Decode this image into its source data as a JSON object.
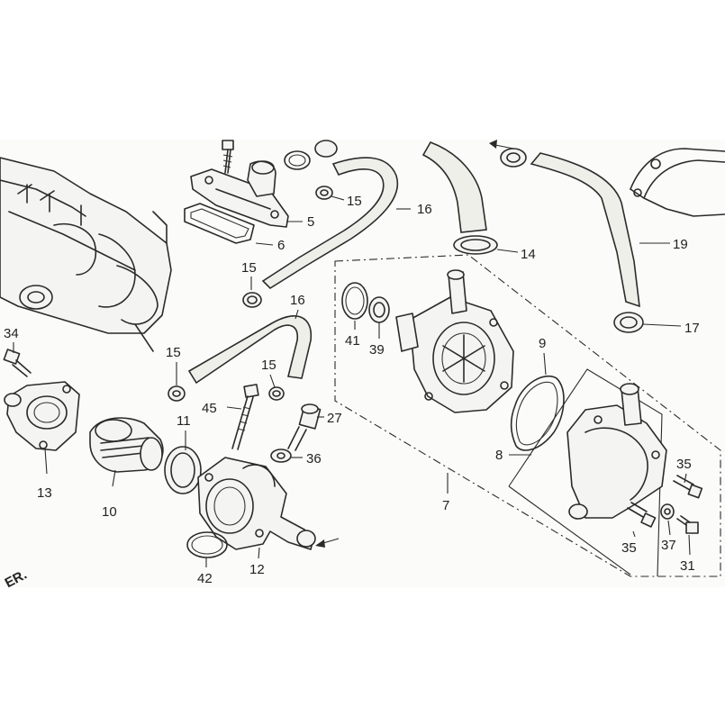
{
  "diagram": {
    "corner_text": "ER.",
    "callouts": [
      {
        "id": "5",
        "text": "5"
      },
      {
        "id": "6",
        "text": "6"
      },
      {
        "id": "7",
        "text": "7"
      },
      {
        "id": "8",
        "text": "8"
      },
      {
        "id": "9",
        "text": "9"
      },
      {
        "id": "10",
        "text": "10"
      },
      {
        "id": "11",
        "text": "11"
      },
      {
        "id": "12",
        "text": "12"
      },
      {
        "id": "13",
        "text": "13"
      },
      {
        "id": "14",
        "text": "14"
      },
      {
        "id": "15a",
        "text": "15"
      },
      {
        "id": "15b",
        "text": "15"
      },
      {
        "id": "15c",
        "text": "15"
      },
      {
        "id": "15d",
        "text": "15"
      },
      {
        "id": "16a",
        "text": "16"
      },
      {
        "id": "16b",
        "text": "16"
      },
      {
        "id": "17",
        "text": "17"
      },
      {
        "id": "19",
        "text": "19"
      },
      {
        "id": "27",
        "text": "27"
      },
      {
        "id": "31",
        "text": "31"
      },
      {
        "id": "34",
        "text": "34"
      },
      {
        "id": "35a",
        "text": "35"
      },
      {
        "id": "35b",
        "text": "35"
      },
      {
        "id": "36",
        "text": "36"
      },
      {
        "id": "37",
        "text": "37"
      },
      {
        "id": "39",
        "text": "39"
      },
      {
        "id": "41",
        "text": "41"
      },
      {
        "id": "42",
        "text": "42"
      },
      {
        "id": "45",
        "text": "45"
      }
    ]
  }
}
